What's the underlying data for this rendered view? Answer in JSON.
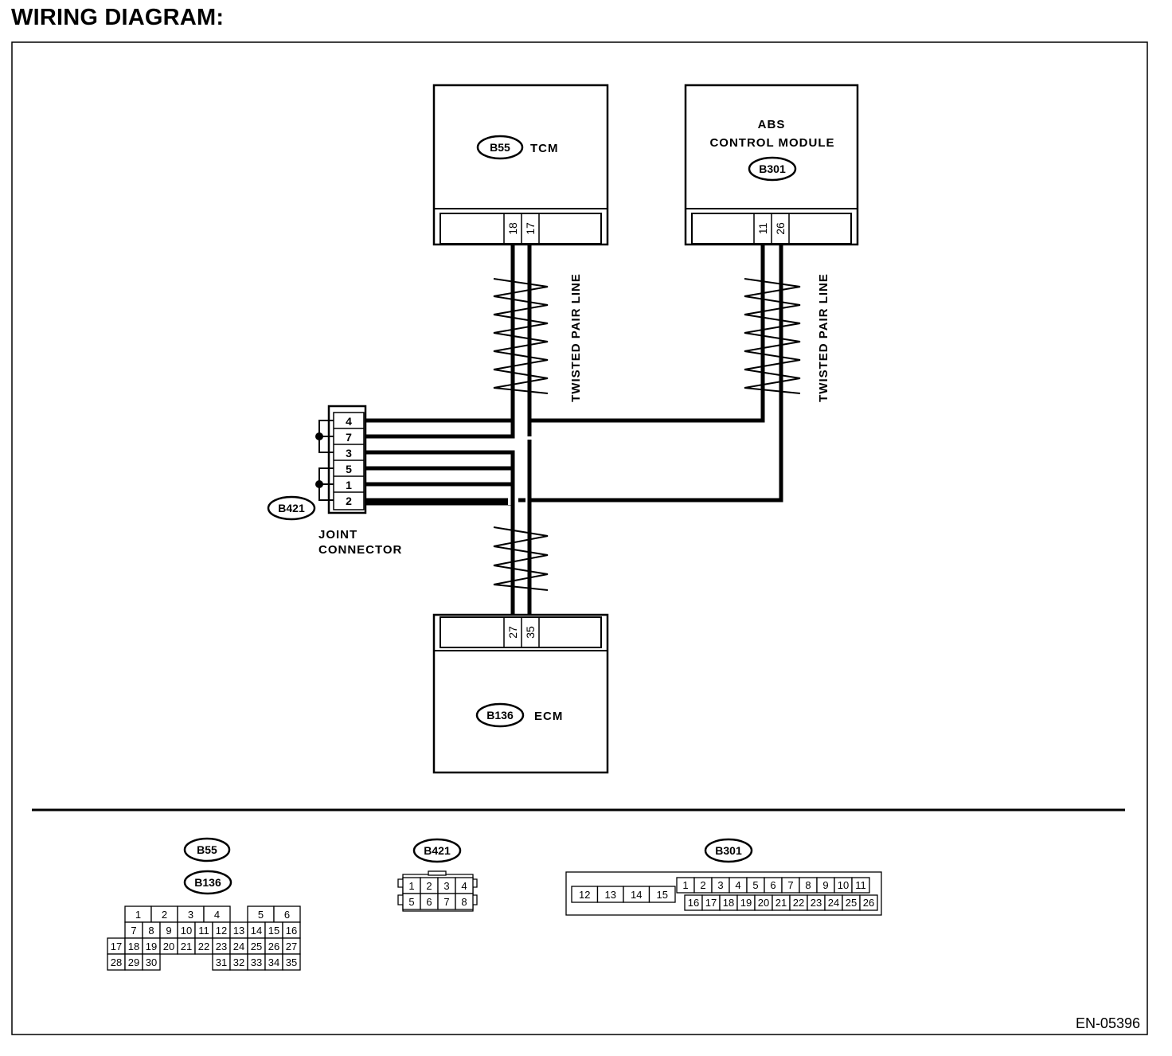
{
  "title": "WIRING DIAGRAM:",
  "modules": {
    "tcm": {
      "connector": "B55",
      "name": "TCM",
      "pins": [
        "18",
        "17"
      ]
    },
    "abs": {
      "connector": "B301",
      "name_line1": "ABS",
      "name_line2": "CONTROL MODULE",
      "pins": [
        "11",
        "26"
      ]
    },
    "ecm": {
      "connector": "B136",
      "name": "ECM",
      "pins": [
        "27",
        "35"
      ]
    }
  },
  "twisted_pair_label": "TWISTED PAIR LINE",
  "joint": {
    "connector": "B421",
    "label_line1": "JOINT",
    "label_line2": "CONNECTOR",
    "pins": [
      "4",
      "7",
      "3",
      "5",
      "1",
      "2"
    ]
  },
  "connector_views": {
    "b55_b136": {
      "labels": [
        "B55",
        "B136"
      ],
      "pins": [
        "1",
        "2",
        "3",
        "4",
        "5",
        "6",
        "7",
        "8",
        "9",
        "10",
        "11",
        "12",
        "13",
        "14",
        "15",
        "16",
        "17",
        "18",
        "19",
        "20",
        "21",
        "22",
        "23",
        "24",
        "25",
        "26",
        "27",
        "28",
        "29",
        "30",
        "31",
        "32",
        "33",
        "34",
        "35"
      ]
    },
    "b421": {
      "label": "B421",
      "pins": [
        "1",
        "2",
        "3",
        "4",
        "5",
        "6",
        "7",
        "8"
      ]
    },
    "b301": {
      "label": "B301",
      "pins": [
        "12",
        "13",
        "14",
        "15",
        "1",
        "2",
        "3",
        "4",
        "5",
        "6",
        "7",
        "8",
        "9",
        "10",
        "11",
        "16",
        "17",
        "18",
        "19",
        "20",
        "21",
        "22",
        "23",
        "24",
        "25",
        "26"
      ]
    }
  },
  "figure_code": "EN-05396"
}
